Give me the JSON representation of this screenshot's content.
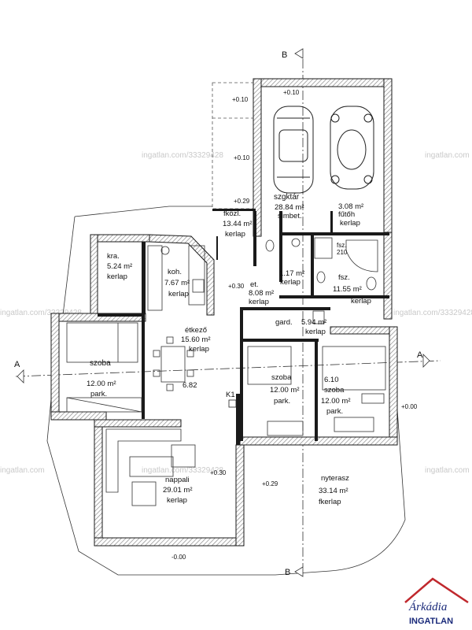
{
  "watermark": "ingatlan.com/33329428",
  "watermark_short": "ingatlan.com",
  "sections": {
    "b": "B",
    "a": "A"
  },
  "rooms": {
    "szgktar": {
      "name": "szgktár",
      "area": "28.84 m²",
      "floor": "simbet."
    },
    "futoh": {
      "area": "3.08 m²",
      "name": "fűtőh",
      "floor": "kerlap"
    },
    "fkozl": {
      "name": "fközl.",
      "area": "13.44 m²",
      "floor": "kerlap"
    },
    "kra": {
      "name": "kra.",
      "area": "5.24 m²",
      "floor": "kerlap"
    },
    "koh": {
      "name": "koh.",
      "area": "7.67 m²",
      "floor": "kerlap"
    },
    "et": {
      "name": "et.",
      "area": "8.08 m²",
      "floor": "kerlap"
    },
    "wc": {
      "area": "1.17 m²",
      "floor": "kerlap"
    },
    "fsz": {
      "name": "fsz.",
      "area": "11.55 m²",
      "floor": "kerlap"
    },
    "fsz210": {
      "name": "fsz.",
      "code": "210"
    },
    "gard": {
      "name": "gard.",
      "area": "5.94 m²",
      "floor": "kerlap"
    },
    "etkezo": {
      "name": "étkező",
      "area": "15.60 m²",
      "floor": "kerlap"
    },
    "szoba1": {
      "name": "szoba",
      "area": "12.00 m²",
      "floor": "park."
    },
    "szoba2": {
      "name": "szoba",
      "area": "12.00 m²",
      "floor": "park."
    },
    "szoba3": {
      "code": "6.10",
      "name": "szoba",
      "area": "12.00 m²",
      "floor": "park."
    },
    "nappali": {
      "name": "nappali",
      "area": "29.01 m²",
      "floor": "kerlap"
    },
    "nyterasz": {
      "name": "nyterasz",
      "area": "33.14 m²",
      "floor": "fkerlap"
    }
  },
  "levels": {
    "l1": "+0.10",
    "l2": "+0.10",
    "l3": "+0.10",
    "l4": "+0.29",
    "l5": "+0.30",
    "l6": "+0.30",
    "l7": "+0.29",
    "l8": "+0.00",
    "l9": "-0.00",
    "l10": "6.82",
    "k1": "K1"
  },
  "logo": {
    "script": "Árkádia",
    "brand": "INGATLAN"
  },
  "colors": {
    "wall": "#1a1a1a",
    "hatch": "#9a9a9a",
    "logo_blue": "#1a2a7a",
    "logo_red": "#c0282d"
  }
}
